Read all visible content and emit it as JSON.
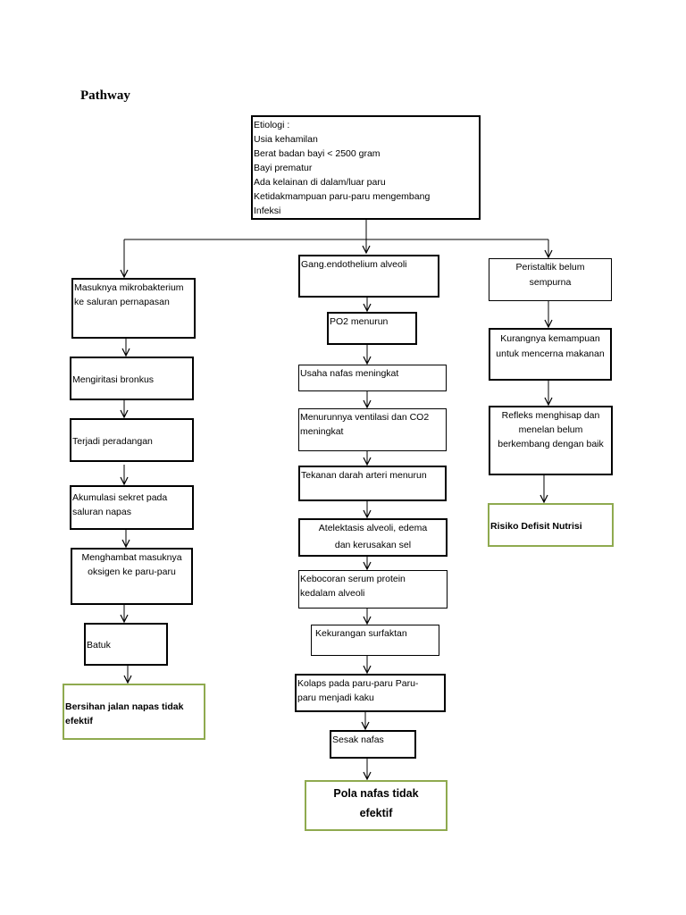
{
  "title": "Pathway",
  "etiology": {
    "lines": [
      "Etiologi :",
      "Usia kehamilan",
      "Berat badan bayi < 2500 gram",
      "Bayi prematur",
      "Ada kelainan di dalam/luar paru",
      "Ketidakmampuan paru-paru mengembang",
      "Infeksi"
    ]
  },
  "left_column": [
    [
      "Masuknya mikrobakterium",
      "ke saluran pernapasan"
    ],
    [
      "Mengiritasi bronkus"
    ],
    [
      "Terjadi peradangan"
    ],
    [
      "Akumulasi sekret pada",
      "saluran napas"
    ],
    [
      "Menghambat masuknya",
      "oksigen ke paru-paru"
    ],
    [
      "Batuk"
    ]
  ],
  "left_result": [
    "Bersihan jalan napas tidak",
    "efektif"
  ],
  "middle_column": [
    [
      "Gang.endothelium alveoli"
    ],
    [
      "PO2 menurun"
    ],
    [
      "Usaha nafas meningkat"
    ],
    [
      "Menurunnya ventilasi dan CO2",
      "meningkat"
    ],
    [
      "Tekanan darah arteri menurun"
    ],
    [
      "Atelektasis alveoli, edema",
      "dan kerusakan sel"
    ],
    [
      "Kebocoran serum protein",
      "kedalam alveoli"
    ],
    [
      "Kekurangan surfaktan"
    ],
    [
      "Kolaps pada paru-paru Paru-",
      "paru menjadi kaku"
    ],
    [
      "Sesak nafas"
    ]
  ],
  "middle_result": [
    "Pola nafas tidak",
    "efektif"
  ],
  "right_column": [
    [
      "Peristaltik belum",
      "sempurna"
    ],
    [
      "Kurangnya kemampuan",
      "untuk mencerna makanan"
    ],
    [
      "Refleks menghisap dan",
      "menelan belum",
      "berkembang dengan baik"
    ]
  ],
  "right_result": [
    "Risiko Defisit Nutrisi"
  ]
}
